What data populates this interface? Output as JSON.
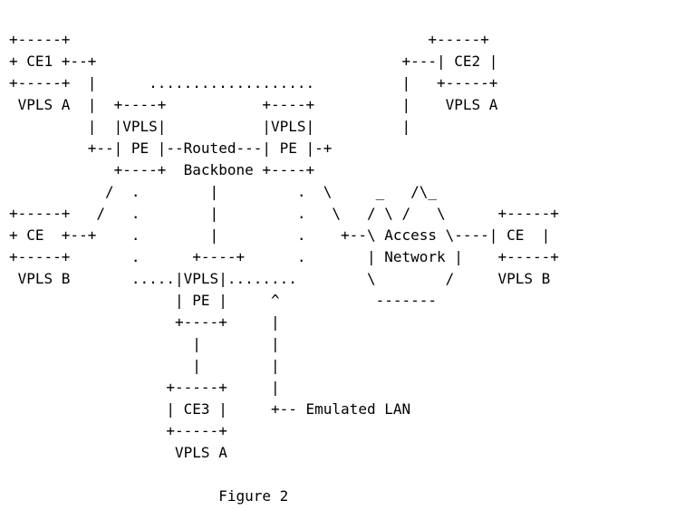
{
  "diagram": {
    "lines": [
      "+-----+                                         +-----+",
      "+ CE1 +--+                                   +---| CE2 |",
      "+-----+  |      ...................          |   +-----+",
      " VPLS A  |  +----+           +----+          |    VPLS A",
      "         |  |VPLS|           |VPLS|          |",
      "         +--| PE |--Routed---| PE |-+",
      "            +----+  Backbone +----+",
      "           /  .        |         .  \\     _   /\\_",
      "+-----+   /   .        |         .   \\   / \\ /   \\      +-----+",
      "+ CE  +--+    .        |         .    +--\\ Access \\----| CE  |",
      "+-----+       .      +----+      .       | Network |    +-----+",
      " VPLS B       .....|VPLS|........        \\        /     VPLS B",
      "                   | PE |     ^           -------",
      "                   +----+     |",
      "                     |        |",
      "                     |        |",
      "                  +-----+     |",
      "                  | CE3 |     +-- Emulated LAN",
      "                  +-----+",
      "                   VPLS A",
      "",
      "                        Figure 2"
    ]
  }
}
